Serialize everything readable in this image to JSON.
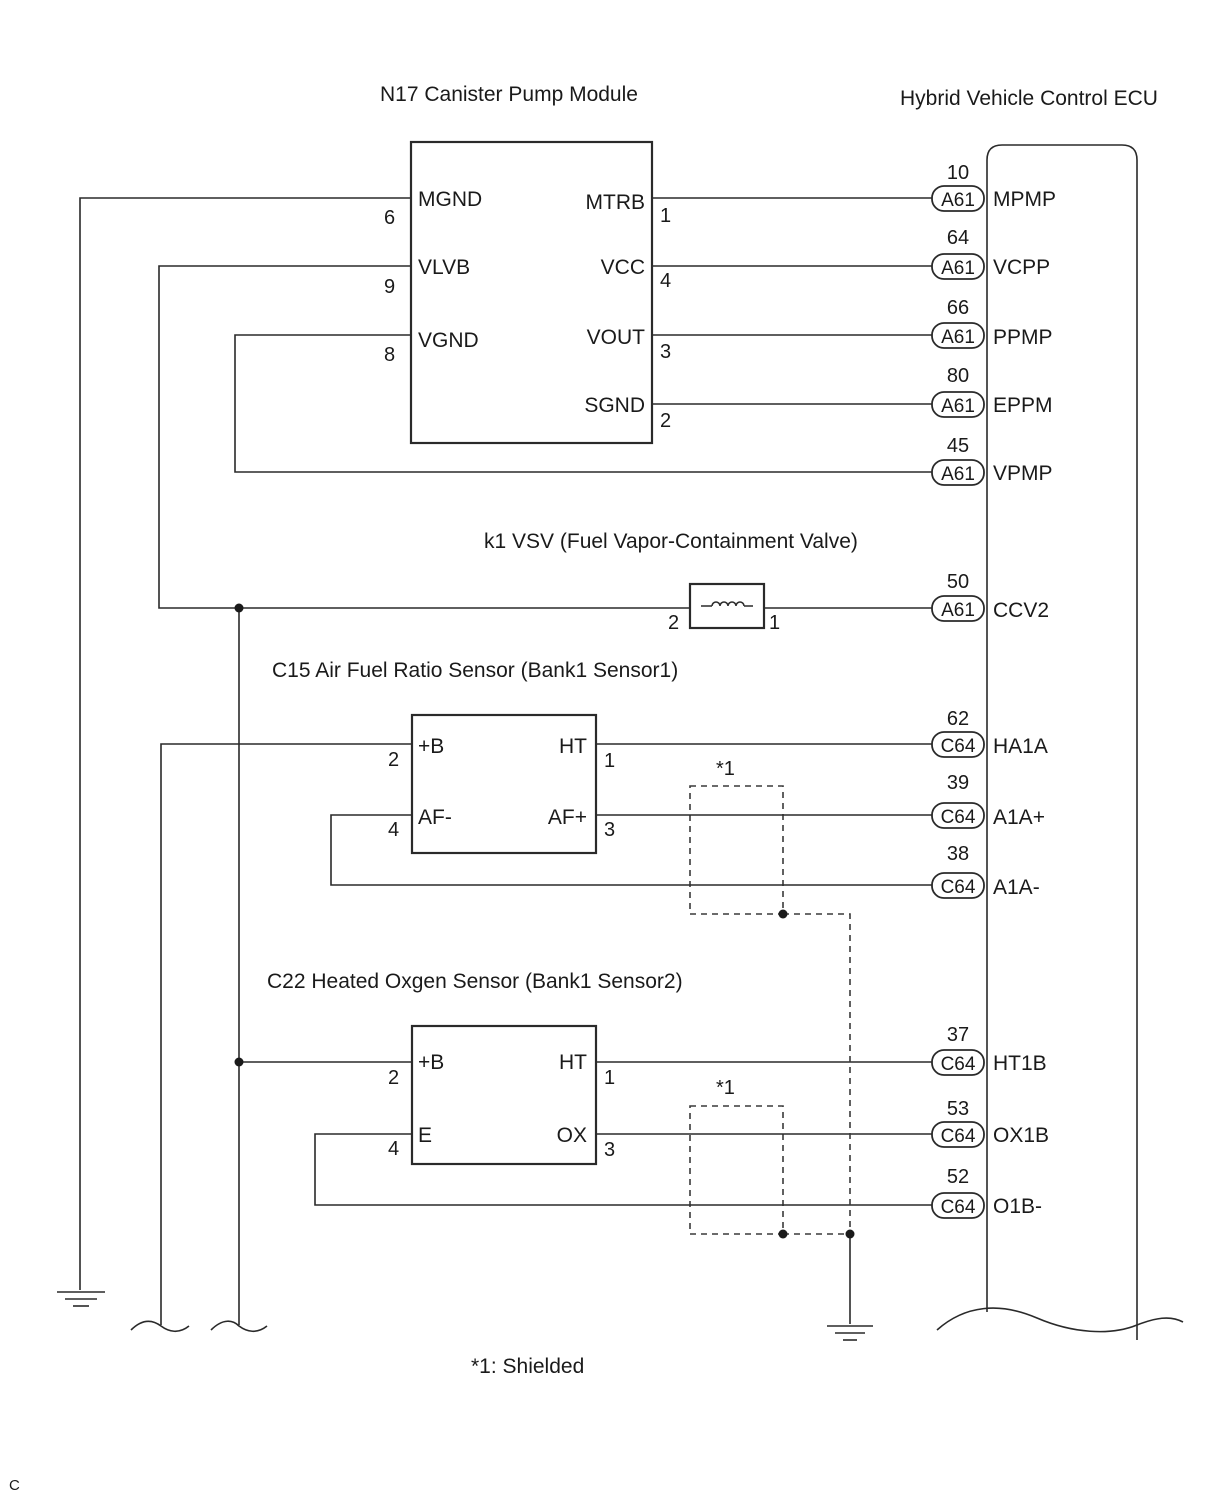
{
  "components": {
    "pump_module": {
      "title": "N17 Canister Pump Module",
      "left_pins": [
        {
          "name": "MGND",
          "num": "6"
        },
        {
          "name": "VLVB",
          "num": "9"
        },
        {
          "name": "VGND",
          "num": "8"
        }
      ],
      "right_pins": [
        {
          "name": "MTRB",
          "num": "1"
        },
        {
          "name": "VCC",
          "num": "4"
        },
        {
          "name": "VOUT",
          "num": "3"
        },
        {
          "name": "SGND",
          "num": "2"
        }
      ]
    },
    "ecu": {
      "title": "Hybrid Vehicle Control ECU"
    },
    "vsv": {
      "title": "k1 VSV (Fuel Vapor-Containment  Valve)",
      "pin_left": "2",
      "pin_right": "1"
    },
    "af_sensor": {
      "title": "C15 Air Fuel Ratio Sensor (Bank1 Sensor1)",
      "left_pins": [
        {
          "name": "+B",
          "num": "2"
        },
        {
          "name": "AF-",
          "num": "4"
        }
      ],
      "right_pins": [
        {
          "name": "HT",
          "num": "1"
        },
        {
          "name": "AF+",
          "num": "3"
        }
      ],
      "shield_mark": "*1"
    },
    "o2_sensor": {
      "title": "C22 Heated Oxgen Sensor (Bank1 Sensor2)",
      "left_pins": [
        {
          "name": "+B",
          "num": "2"
        },
        {
          "name": "E",
          "num": "4"
        }
      ],
      "right_pins": [
        {
          "name": "HT",
          "num": "1"
        },
        {
          "name": "OX",
          "num": "3"
        }
      ],
      "shield_mark": "*1"
    }
  },
  "ecu_terminals": [
    {
      "num": "10",
      "connector": "A61",
      "name": "MPMP"
    },
    {
      "num": "64",
      "connector": "A61",
      "name": "VCPP"
    },
    {
      "num": "66",
      "connector": "A61",
      "name": "PPMP"
    },
    {
      "num": "80",
      "connector": "A61",
      "name": "EPPM"
    },
    {
      "num": "45",
      "connector": "A61",
      "name": "VPMP"
    },
    {
      "num": "50",
      "connector": "A61",
      "name": "CCV2"
    },
    {
      "num": "62",
      "connector": "C64",
      "name": "HA1A"
    },
    {
      "num": "39",
      "connector": "C64",
      "name": "A1A+"
    },
    {
      "num": "38",
      "connector": "C64",
      "name": "A1A-"
    },
    {
      "num": "37",
      "connector": "C64",
      "name": "HT1B"
    },
    {
      "num": "53",
      "connector": "C64",
      "name": "OX1B"
    },
    {
      "num": "52",
      "connector": "C64",
      "name": "O1B-"
    }
  ],
  "legend": "*1: Shielded",
  "corner_code": "C"
}
